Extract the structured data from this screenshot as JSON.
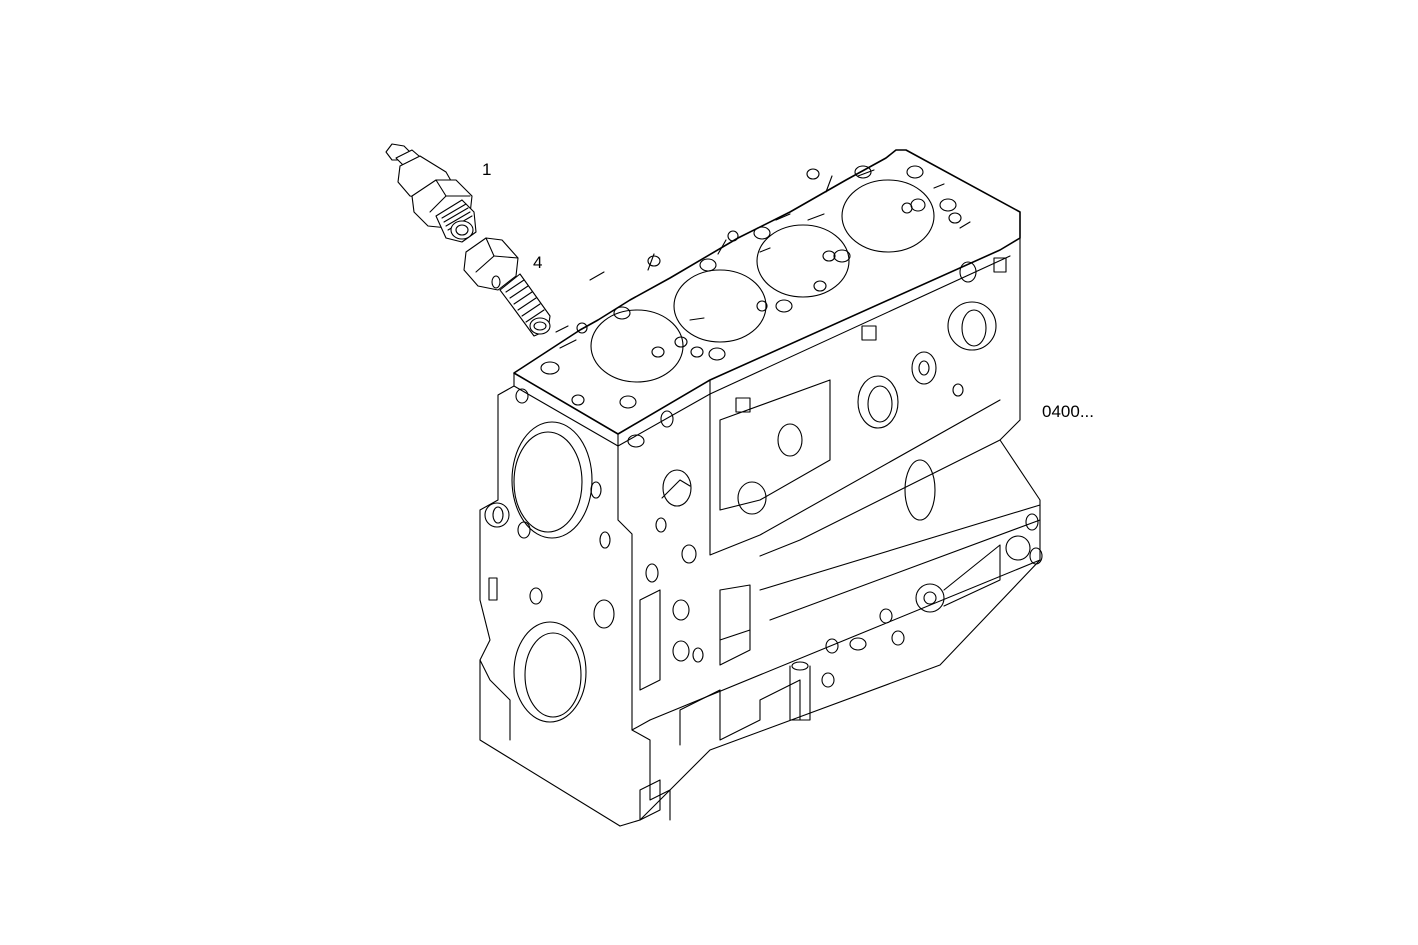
{
  "diagram": {
    "type": "exploded parts illustration",
    "subject": "engine block",
    "reference_code": "0400...",
    "callouts": [
      {
        "label": "1",
        "part": "sensor"
      },
      {
        "label": "4",
        "part": "banjo bolt"
      }
    ],
    "colors": {
      "line": "#000000",
      "background": "#ffffff"
    }
  }
}
